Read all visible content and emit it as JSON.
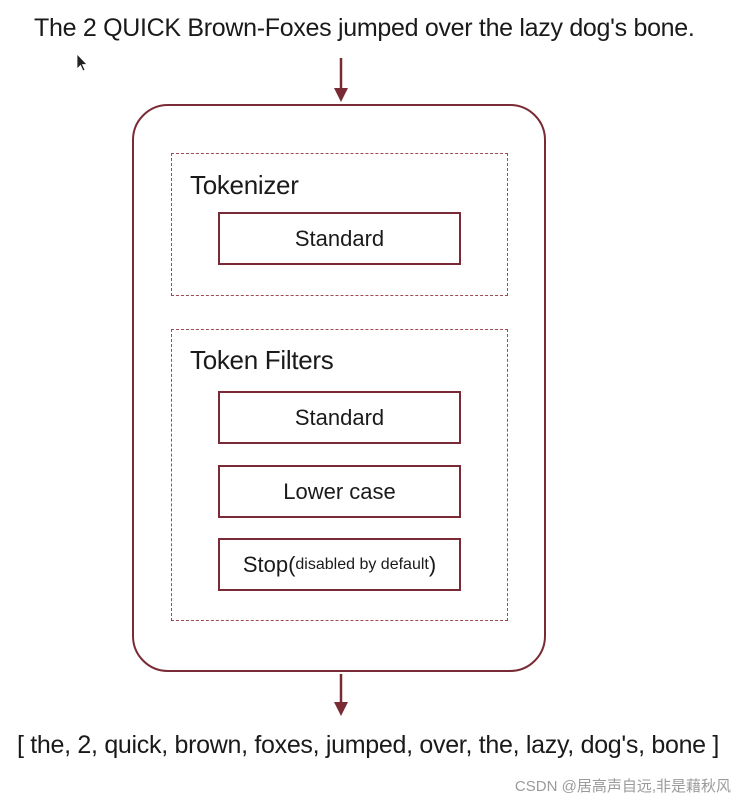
{
  "input": {
    "text": "The 2 QUICK Brown-Foxes jumped over the lazy dog's bone."
  },
  "tokenizer": {
    "title": "Tokenizer",
    "items": [
      "Standard"
    ]
  },
  "token_filters": {
    "title": "Token Filters",
    "items": [
      {
        "label": "Standard",
        "note": ""
      },
      {
        "label": "Lower case",
        "note": ""
      },
      {
        "label": "Stop(",
        "note": "disabled by default",
        "close": ")"
      }
    ]
  },
  "output": {
    "text": "[ the, 2, quick, brown, foxes, jumped, over, the, lazy, dog's, bone ]"
  },
  "watermark": {
    "text": "CSDN @居高声自远,非是藉秋风"
  },
  "colors": {
    "border": "#7a2a34",
    "dashed": "#a04a54",
    "arrow": "#7a2a34"
  }
}
